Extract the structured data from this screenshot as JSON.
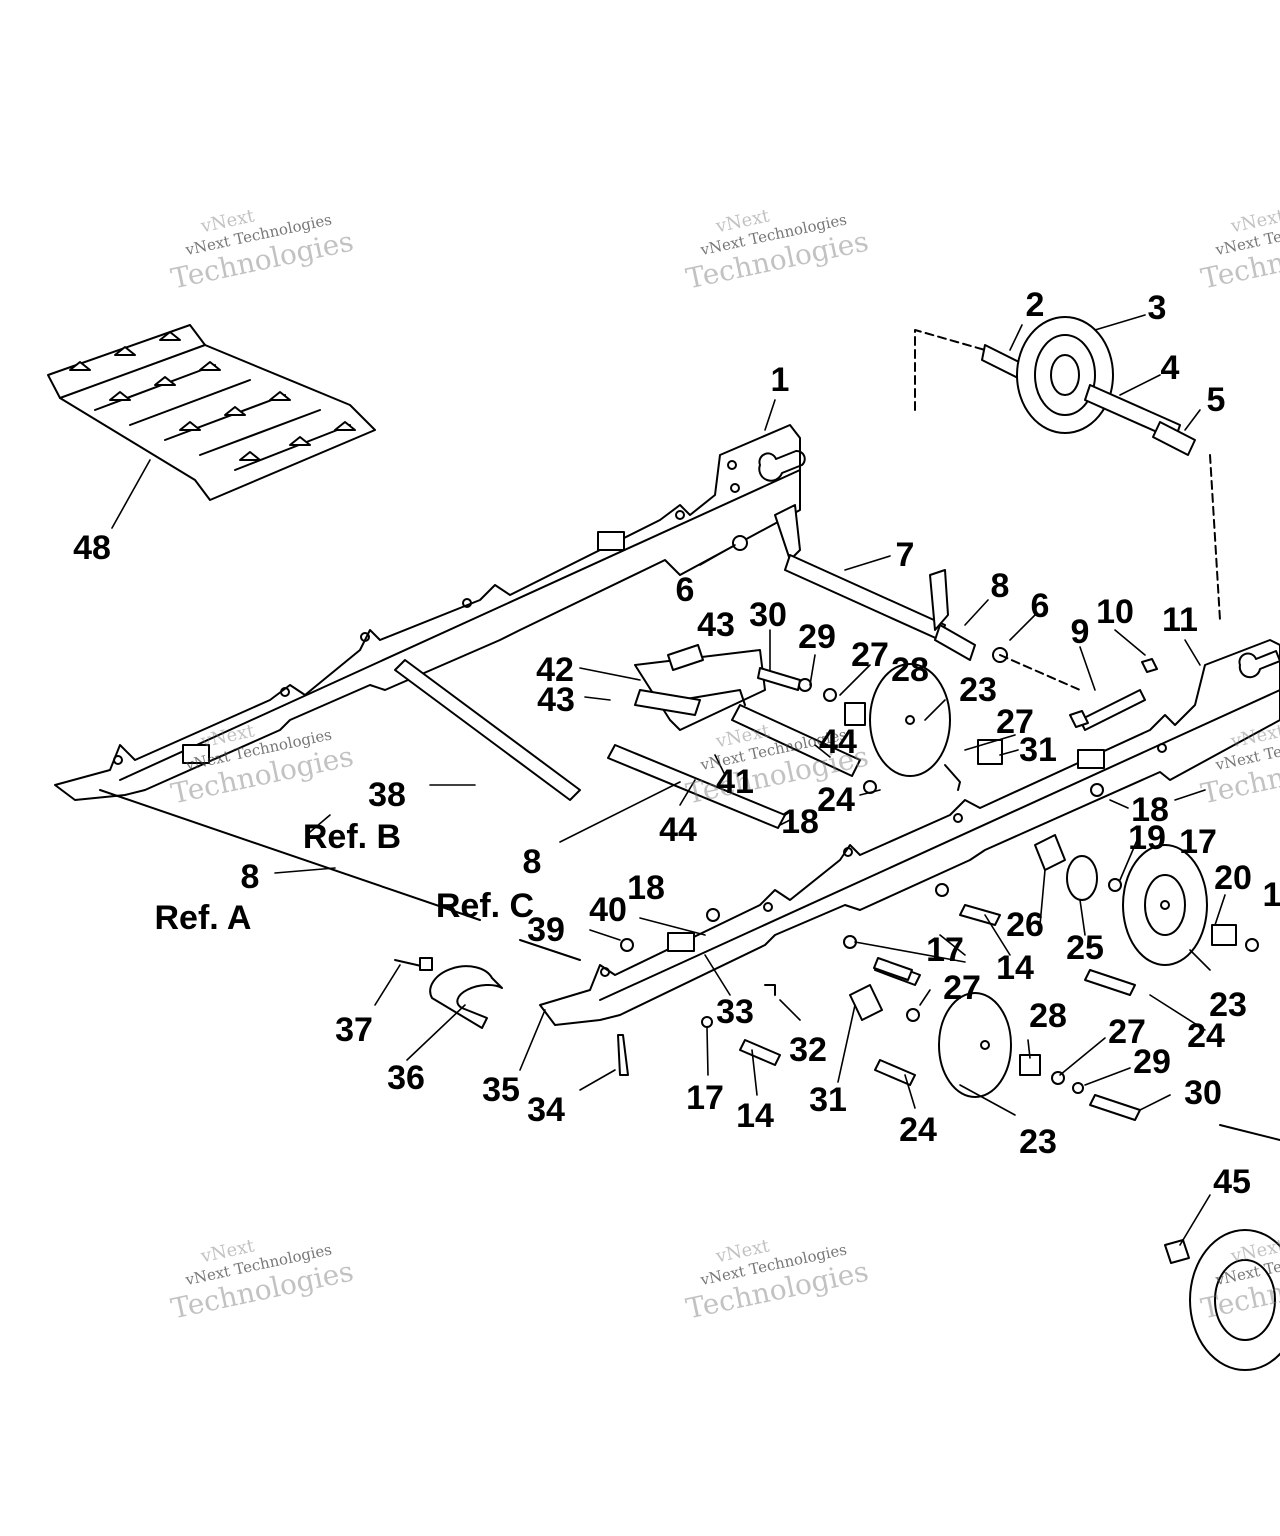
{
  "diagram": {
    "callouts": [
      {
        "id": "c48",
        "text": "48"
      },
      {
        "id": "c1",
        "text": "1"
      },
      {
        "id": "c2",
        "text": "2"
      },
      {
        "id": "c3",
        "text": "3"
      },
      {
        "id": "c4",
        "text": "4"
      },
      {
        "id": "c5",
        "text": "5"
      },
      {
        "id": "c7",
        "text": "7"
      },
      {
        "id": "c6a",
        "text": "6"
      },
      {
        "id": "c8a",
        "text": "8"
      },
      {
        "id": "c6b",
        "text": "6"
      },
      {
        "id": "c9",
        "text": "9"
      },
      {
        "id": "c10",
        "text": "10"
      },
      {
        "id": "c11",
        "text": "11"
      },
      {
        "id": "c43a",
        "text": "43"
      },
      {
        "id": "c30a",
        "text": "30"
      },
      {
        "id": "c29a",
        "text": "29"
      },
      {
        "id": "c27a",
        "text": "27"
      },
      {
        "id": "c28a",
        "text": "28"
      },
      {
        "id": "c23a",
        "text": "23"
      },
      {
        "id": "c42",
        "text": "42"
      },
      {
        "id": "c43b",
        "text": "43"
      },
      {
        "id": "c27b",
        "text": "27"
      },
      {
        "id": "c31a",
        "text": "31"
      },
      {
        "id": "c44a",
        "text": "44"
      },
      {
        "id": "c41",
        "text": "41"
      },
      {
        "id": "c44b",
        "text": "44"
      },
      {
        "id": "c24a",
        "text": "24"
      },
      {
        "id": "c18a",
        "text": "18"
      },
      {
        "id": "c18b",
        "text": "18"
      },
      {
        "id": "c19",
        "text": "19"
      },
      {
        "id": "c17a",
        "text": "17"
      },
      {
        "id": "c38",
        "text": "38"
      },
      {
        "id": "cRefB",
        "text": "Ref. B"
      },
      {
        "id": "c8b",
        "text": "8"
      },
      {
        "id": "c8c",
        "text": "8"
      },
      {
        "id": "cRefA",
        "text": "Ref. A"
      },
      {
        "id": "cRefC",
        "text": "Ref. C"
      },
      {
        "id": "c20",
        "text": "20"
      },
      {
        "id": "c1b",
        "text": "1"
      },
      {
        "id": "c26",
        "text": "26"
      },
      {
        "id": "c25",
        "text": "25"
      },
      {
        "id": "c18c",
        "text": "18"
      },
      {
        "id": "c40",
        "text": "40"
      },
      {
        "id": "c39",
        "text": "39"
      },
      {
        "id": "c17b",
        "text": "17"
      },
      {
        "id": "c14a",
        "text": "14"
      },
      {
        "id": "c23b",
        "text": "23"
      },
      {
        "id": "c24b",
        "text": "24"
      },
      {
        "id": "c27c",
        "text": "27"
      },
      {
        "id": "c28b",
        "text": "28"
      },
      {
        "id": "c27d",
        "text": "27"
      },
      {
        "id": "c29b",
        "text": "29"
      },
      {
        "id": "c30b",
        "text": "30"
      },
      {
        "id": "c37",
        "text": "37"
      },
      {
        "id": "c33",
        "text": "33"
      },
      {
        "id": "c32",
        "text": "32"
      },
      {
        "id": "c36",
        "text": "36"
      },
      {
        "id": "c35",
        "text": "35"
      },
      {
        "id": "c34",
        "text": "34"
      },
      {
        "id": "c17c",
        "text": "17"
      },
      {
        "id": "c14b",
        "text": "14"
      },
      {
        "id": "c31b",
        "text": "31"
      },
      {
        "id": "c24c",
        "text": "24"
      },
      {
        "id": "c23c",
        "text": "23"
      },
      {
        "id": "c45",
        "text": "45"
      }
    ]
  },
  "watermark": {
    "line1": "vNext",
    "line2": "vNext Technologies",
    "line3": "Technologies"
  }
}
